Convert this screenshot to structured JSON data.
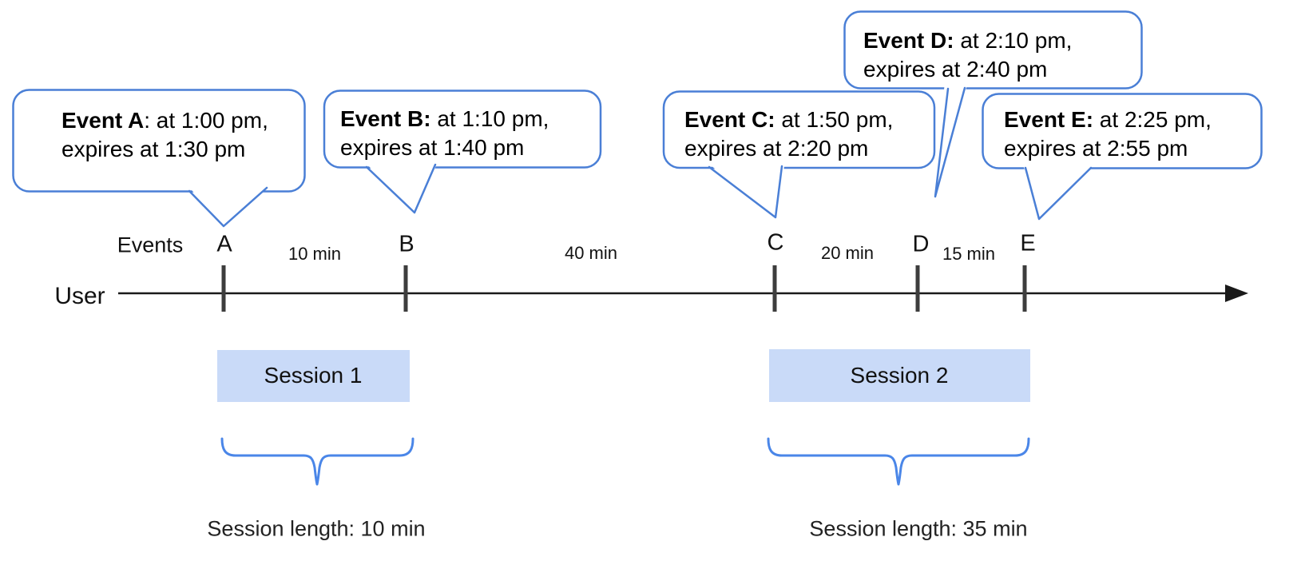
{
  "colors": {
    "bubble_border": "#4a7fd6",
    "brace": "#4a86e8",
    "session_fill": "#c9daf8",
    "tick": "#3d3d3d",
    "axis": "#1a1a1a"
  },
  "axis": {
    "events_label": "Events",
    "user_label": "User"
  },
  "events": [
    {
      "label": "A",
      "bubble_bold": "Event A",
      "bubble_rest": ": at 1:00 pm,",
      "bubble_line2": "expires at 1:30 pm"
    },
    {
      "label": "B",
      "bubble_bold": "Event B:",
      "bubble_rest": " at 1:10 pm,",
      "bubble_line2": "expires at 1:40 pm"
    },
    {
      "label": "C",
      "bubble_bold": "Event C:",
      "bubble_rest": " at 1:50 pm,",
      "bubble_line2": "expires at 2:20 pm"
    },
    {
      "label": "D",
      "bubble_bold": "Event D:",
      "bubble_rest": " at 2:10 pm,",
      "bubble_line2": "expires at 2:40 pm"
    },
    {
      "label": "E",
      "bubble_bold": "Event E:",
      "bubble_rest": " at 2:25 pm,",
      "bubble_line2": "expires at 2:55 pm"
    }
  ],
  "intervals": [
    {
      "label": "10 min"
    },
    {
      "label": "40 min"
    },
    {
      "label": "20 min"
    },
    {
      "label": "15 min"
    }
  ],
  "sessions": [
    {
      "label": "Session 1",
      "length_label": "Session length: 10 min"
    },
    {
      "label": "Session 2",
      "length_label": "Session length: 35 min"
    }
  ]
}
